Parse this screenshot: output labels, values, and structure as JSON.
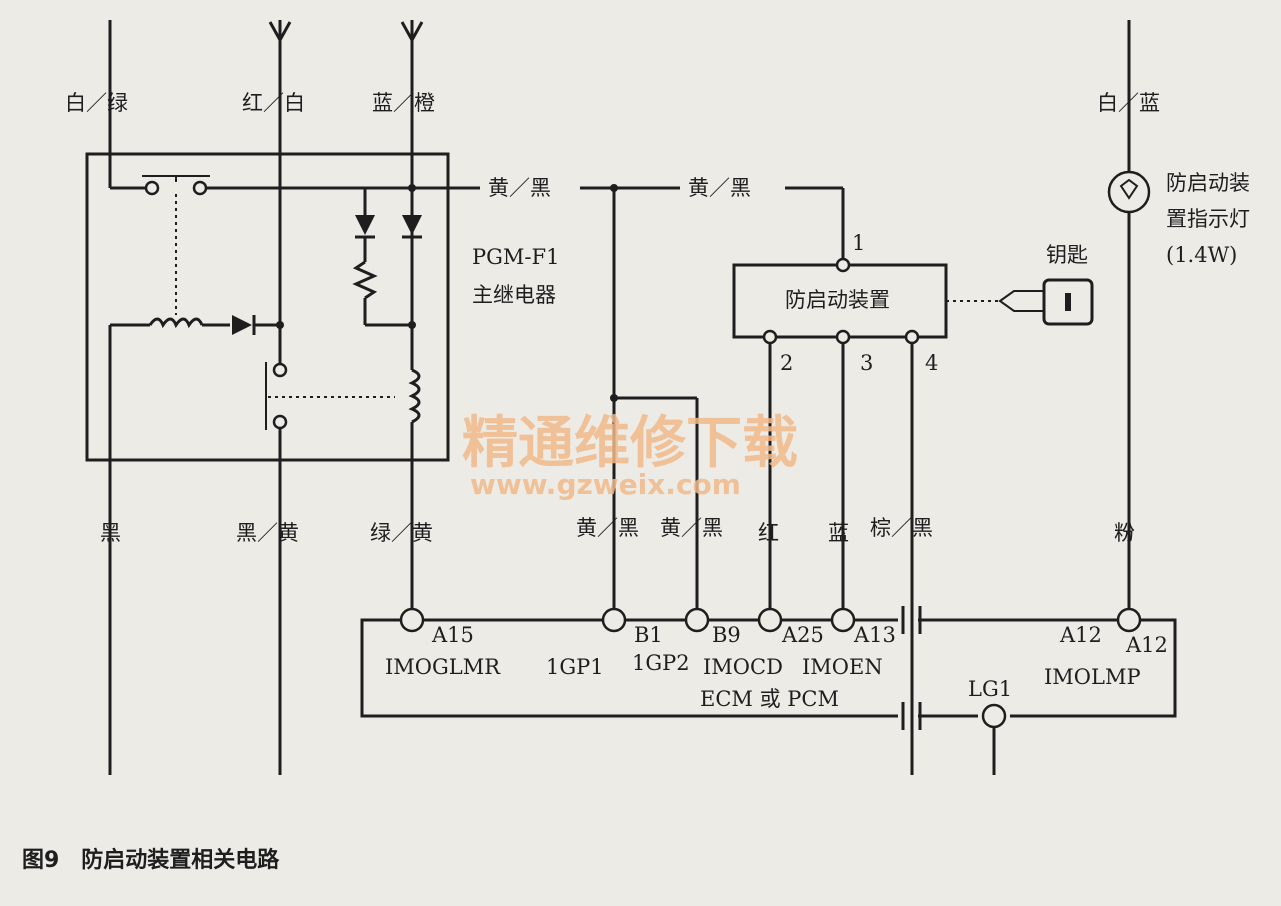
{
  "wires": {
    "top_left": "白／绿",
    "top_mid": "红／白",
    "top_right": "蓝／橙",
    "top_far": "白／蓝",
    "yb_1": "黄／黑",
    "yb_2": "黄／黑",
    "bot_1": "黑",
    "bot_2": "黑／黄",
    "bot_3": "绿／黄",
    "bot_4": "黄／黑",
    "bot_5": "黄／黑",
    "bot_6": "红",
    "bot_7": "蓝",
    "bot_8": "棕／黑",
    "bot_9": "粉"
  },
  "relay": {
    "line1": "PGM-F1",
    "line2": "主继电器"
  },
  "immobilizer": {
    "label": "防启动装置",
    "pin1": "1",
    "pin2": "2",
    "pin3": "3",
    "pin4": "4",
    "key_label": "钥匙"
  },
  "lamp": {
    "line1": "防启动装",
    "line2": "置指示灯",
    "line3": "(1.4W)"
  },
  "ecm": {
    "pins": [
      "A15",
      "B1",
      "B9",
      "A25",
      "A13",
      "A12",
      "A12"
    ],
    "signals": [
      "IMOGLMR",
      "1GP1",
      "1GP2",
      "IMOCD",
      "IMOEN",
      "IMOLMP"
    ],
    "name": "ECM 或 PCM",
    "ground": "LG1"
  },
  "watermark": {
    "line1": "精通维修下载",
    "line2": "www.gzweix.com"
  },
  "caption": "图9　防启动装置相关电路"
}
